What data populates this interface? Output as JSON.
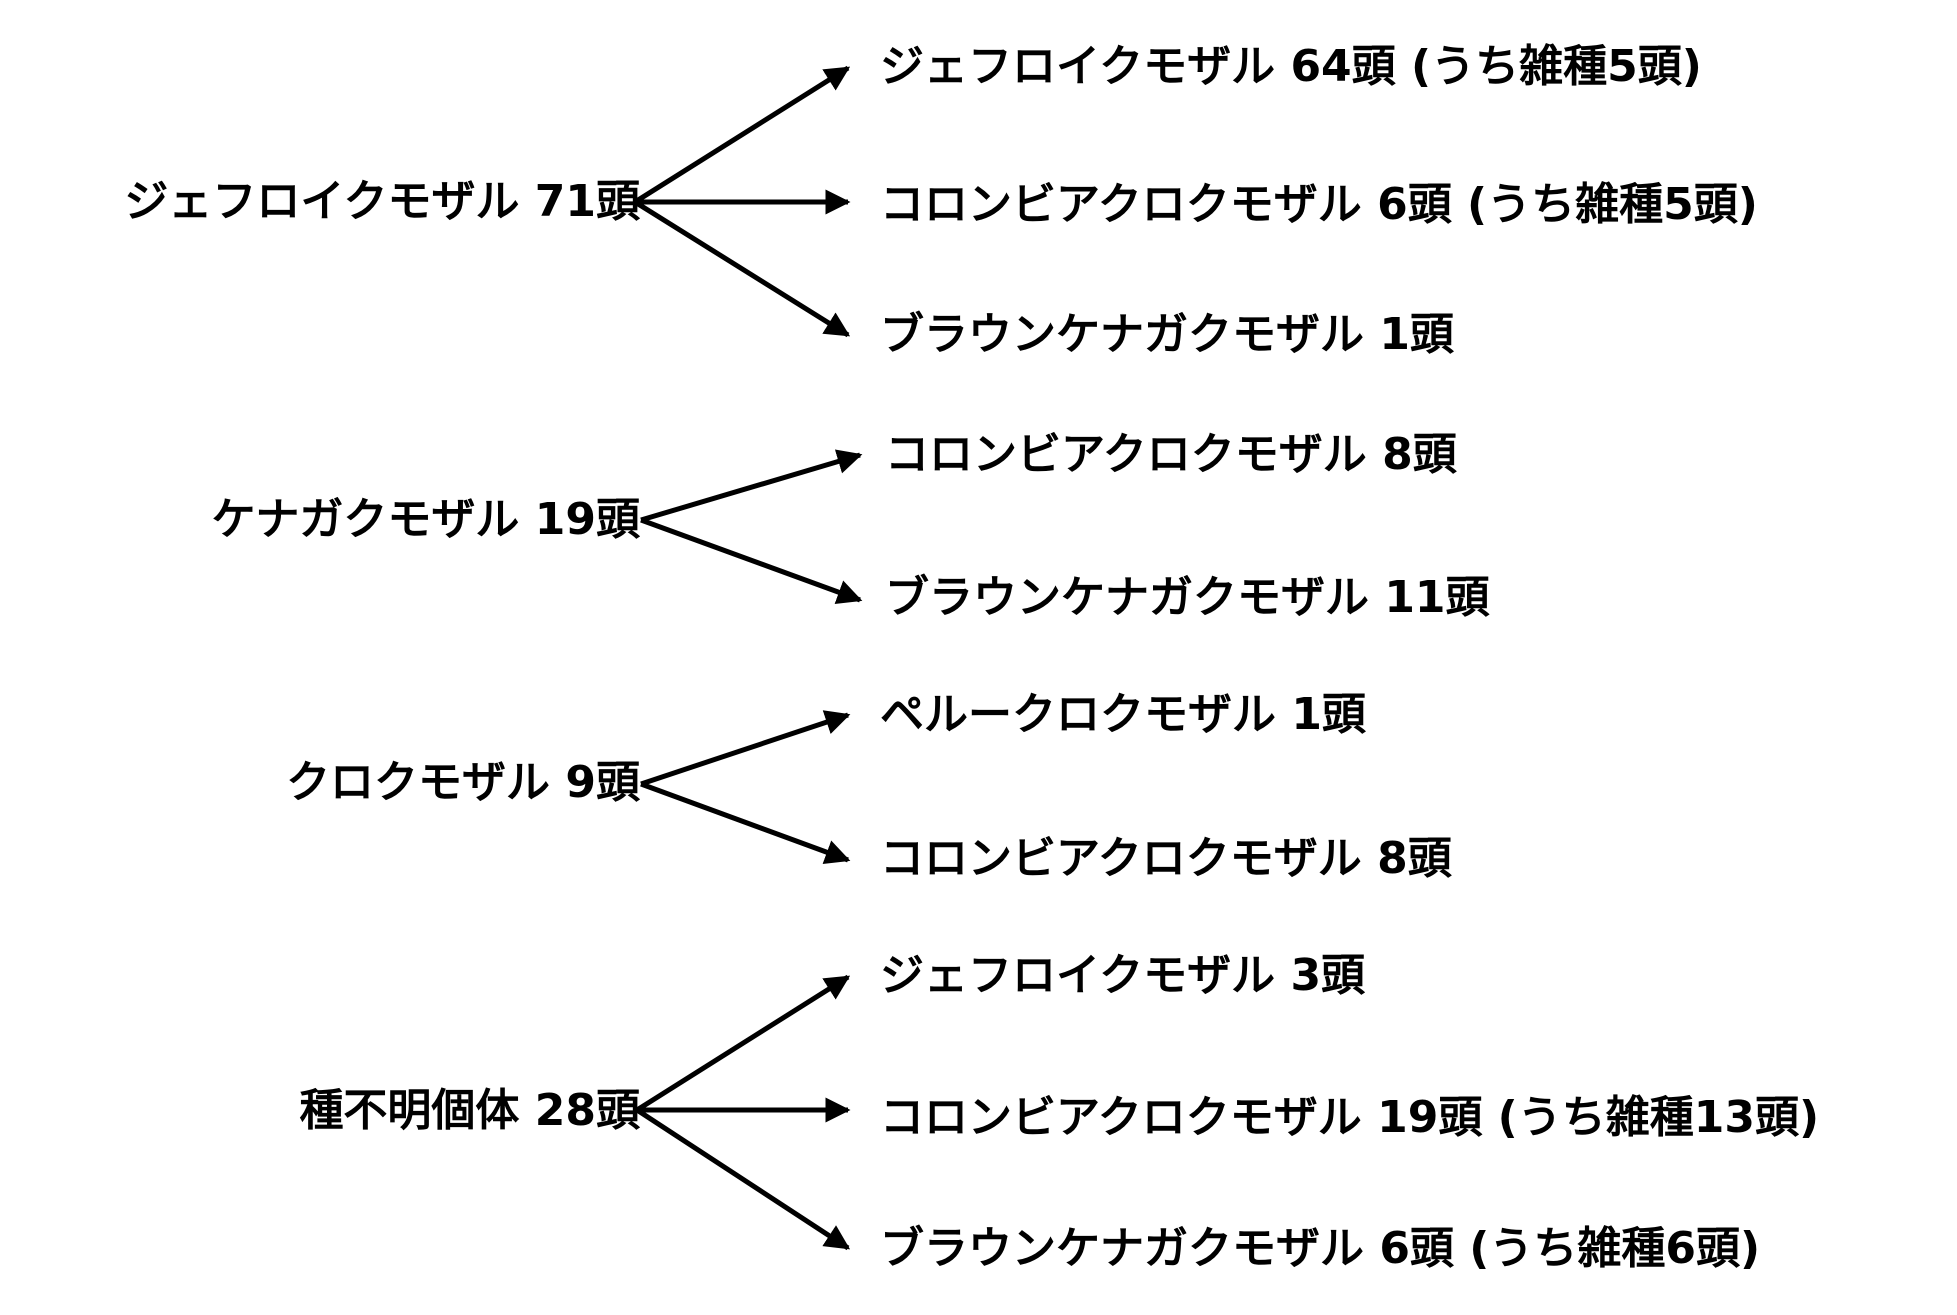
{
  "colors": {
    "text": "#000000",
    "arrow": "#000000",
    "background": "#ffffff"
  },
  "groups": [
    {
      "source": "ジェフロイクモザル 71頭",
      "targets": [
        "ジェフロイクモザル 64頭 (うち雑種5頭)",
        "コロンビアクロクモザル 6頭 (うち雑種5頭)",
        "ブラウンケナガクモザル 1頭"
      ]
    },
    {
      "source": "ケナガクモザル 19頭",
      "targets": [
        "コロンビアクロクモザル 8頭",
        "ブラウンケナガクモザル 11頭"
      ]
    },
    {
      "source": "クロクモザル 9頭",
      "targets": [
        "ペルークロクモザル 1頭",
        "コロンビアクロクモザル 8頭"
      ]
    },
    {
      "source": "種不明個体 28頭",
      "targets": [
        "ジェフロイクモザル 3頭",
        "コロンビアクロクモザル 19頭 (うち雑種13頭)",
        "ブラウンケナガクモザル 6頭 (うち雑種6頭)"
      ]
    }
  ]
}
